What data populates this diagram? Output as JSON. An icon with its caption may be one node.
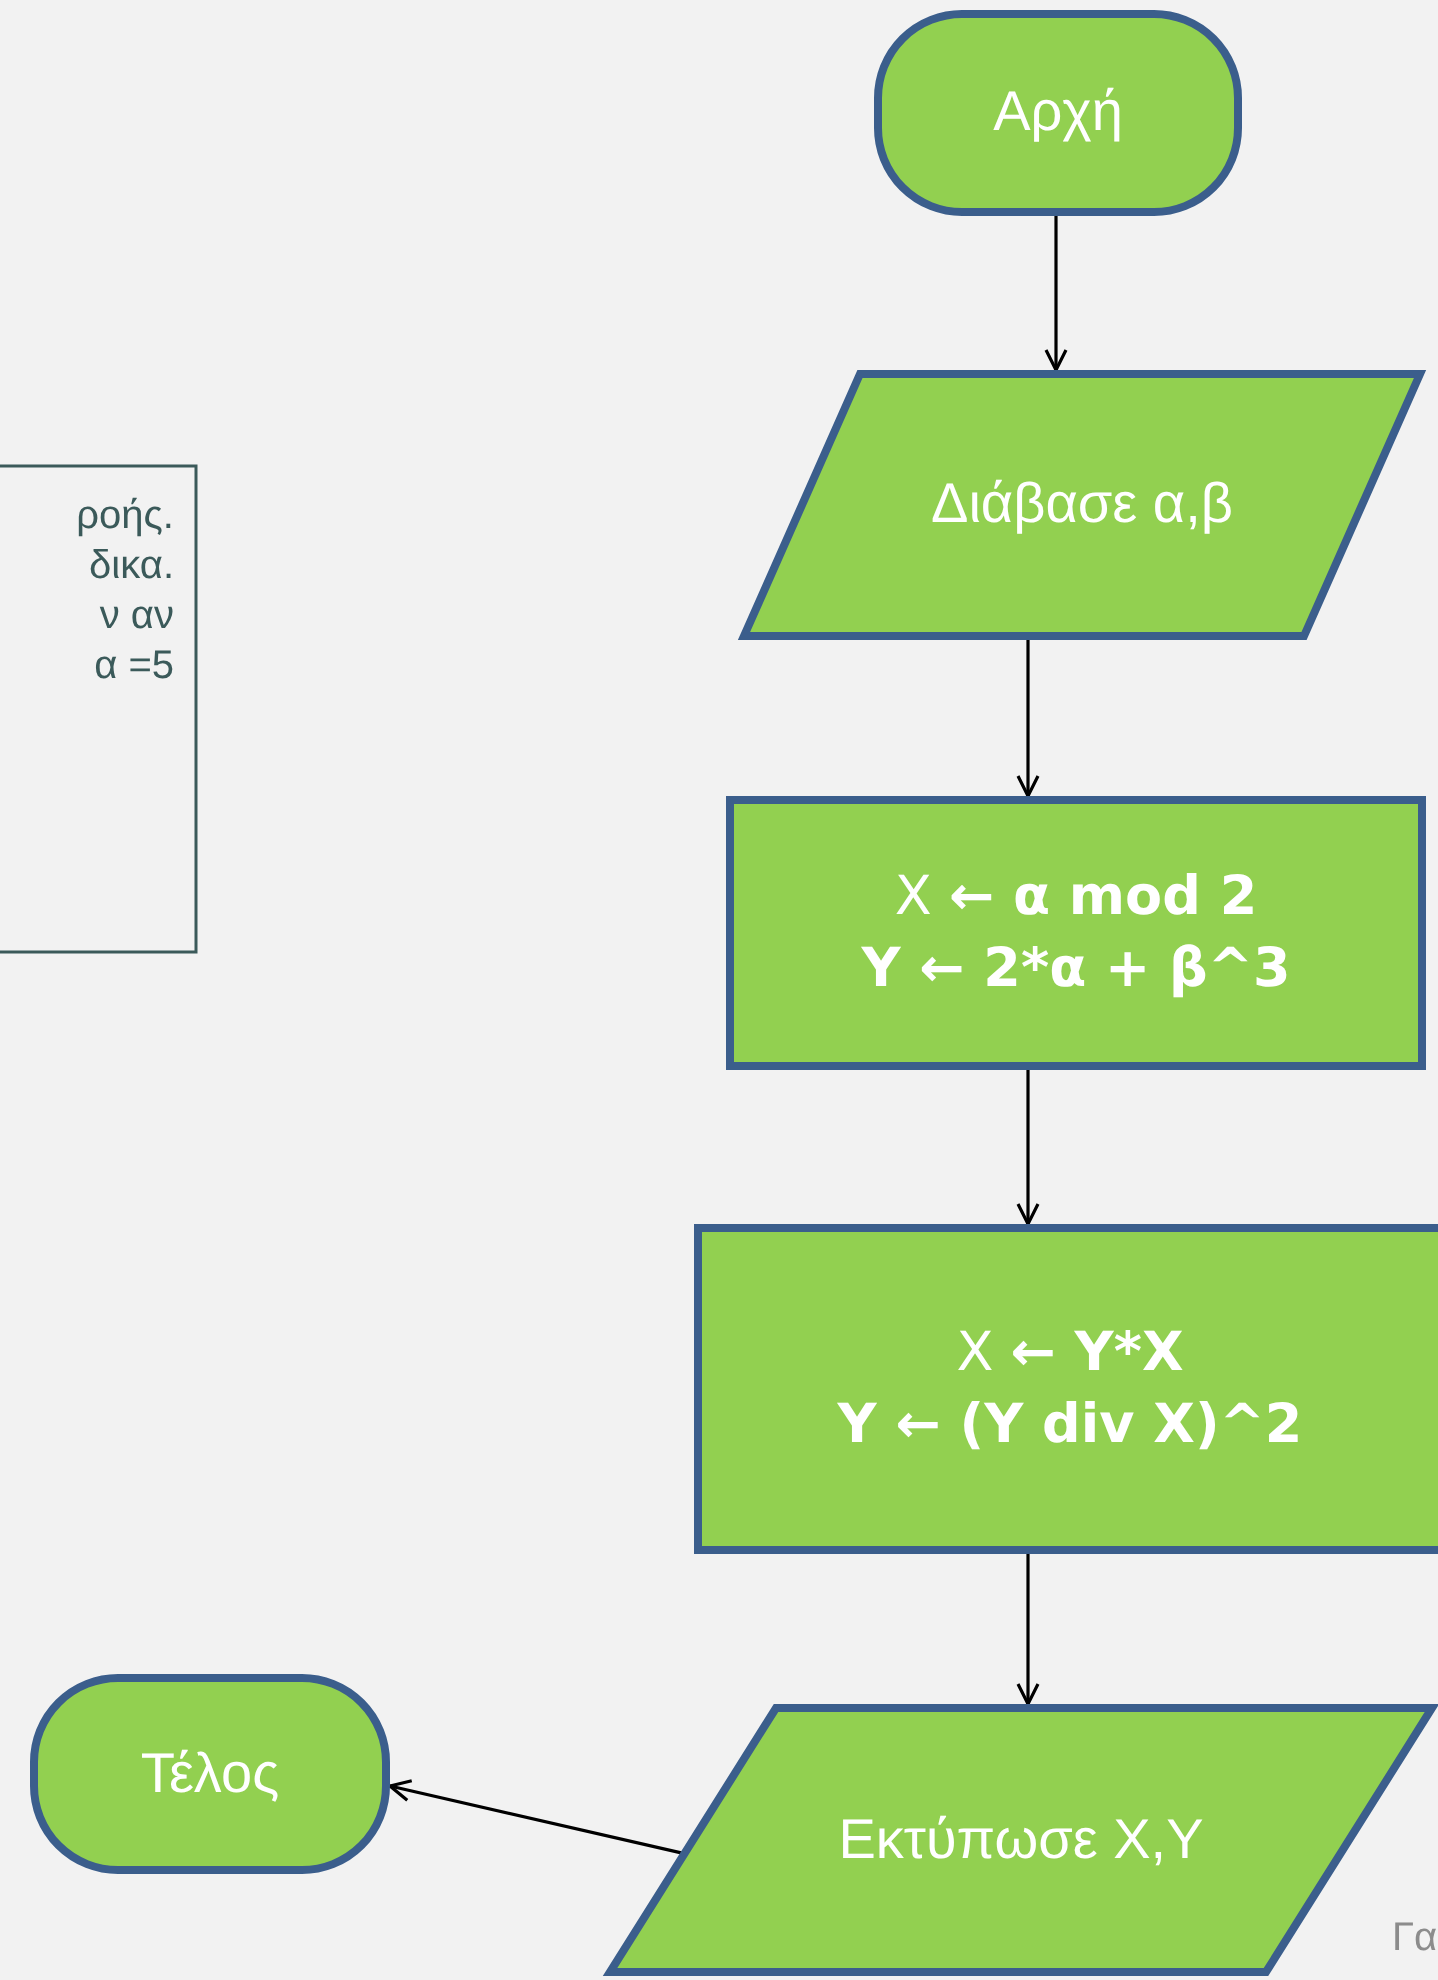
{
  "diagram": {
    "nodes": [
      {
        "text": [
          "Αρχή"
        ]
      },
      {
        "text": [
          "Διάβασε α,β"
        ]
      },
      {
        "text": [
          "X **← α mod 2**",
          "**Y ← 2*α + β^3**"
        ]
      },
      {
        "text": [
          "X **← Y*X**",
          "**Y ← (Y div X)^2**"
        ]
      },
      {
        "text": [
          "Εκτύπωσε Χ,Υ"
        ]
      },
      {
        "text": [
          "Τέλος"
        ]
      },
      {
        "text": [
          "ροής.",
          "δικα.",
          "ν αν",
          "α =5"
        ]
      }
    ],
    "edges": [
      {
        "from": 0,
        "to": 1,
        "arrow": "to"
      },
      {
        "from": 1,
        "to": 2,
        "arrow": "to"
      },
      {
        "from": 2,
        "to": 3,
        "arrow": "to"
      },
      {
        "from": 3,
        "to": 4,
        "arrow": "to"
      },
      {
        "from": 4,
        "to": 5,
        "arrow": "to"
      }
    ],
    "labels": [
      "Γα"
    ]
  }
}
